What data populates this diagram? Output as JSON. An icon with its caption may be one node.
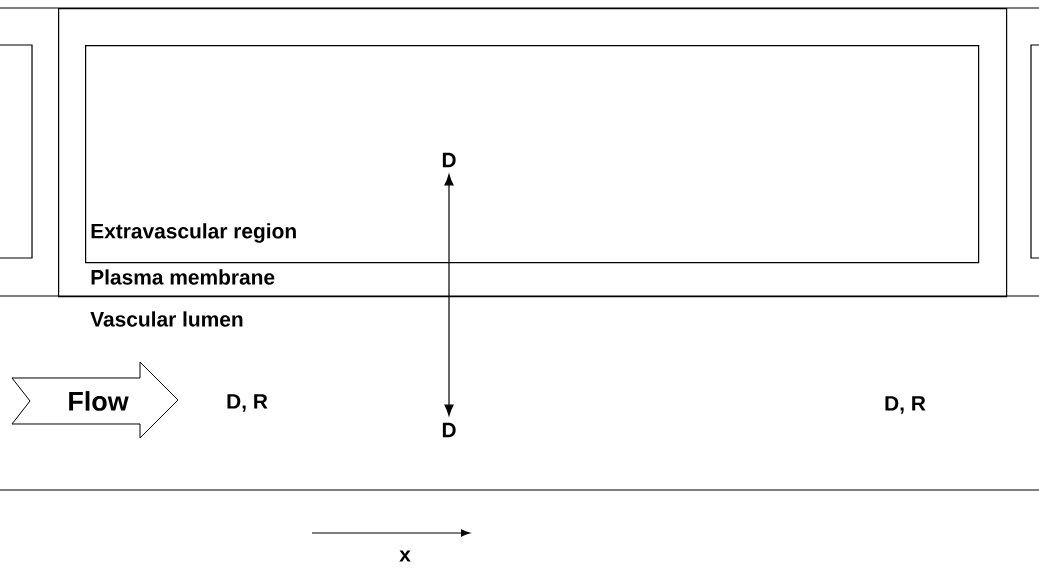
{
  "diagram": {
    "nodes": [
      {
        "text": [
          "Plasma membrane"
        ]
      },
      {
        "text": [
          "Extravascular region"
        ],
        "in": 0
      },
      {
        "text": [
          "D"
        ],
        "in": 1
      },
      {
        "text": [
          "D"
        ]
      },
      {
        "text": [
          "Flow"
        ]
      }
    ],
    "edges": [
      {
        "from": 2,
        "to": 3,
        "arrow": "both"
      }
    ],
    "labels": [
      "Vascular lumen",
      "D, R",
      "D, R",
      "x"
    ]
  }
}
